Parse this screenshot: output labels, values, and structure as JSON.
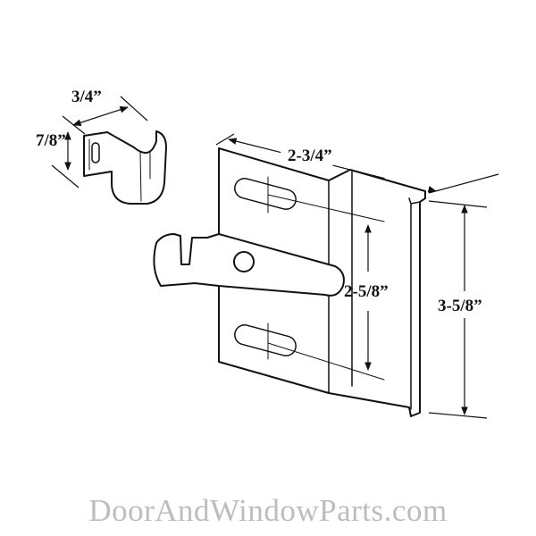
{
  "dimensions": {
    "clip_width": "3/4”",
    "clip_height": "7/8”",
    "plate_width": "2-3/4”",
    "slot_spacing": "2-5/8”",
    "plate_height": "3-5/8”"
  },
  "watermark": "DoorAndWindowParts.com",
  "colors": {
    "line": "#111111",
    "watermark": "#bdbdbd"
  }
}
